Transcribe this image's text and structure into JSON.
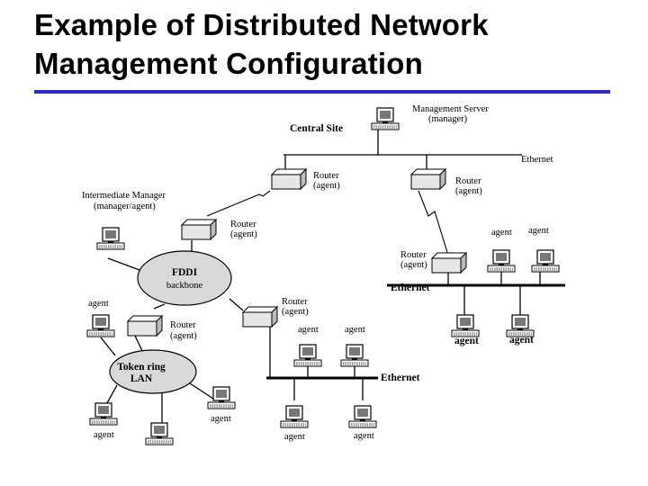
{
  "slide": {
    "title_line1": "Example of Distributed Network",
    "title_line2": "Management Configuration",
    "rule_color": "#2b2bc8"
  },
  "diagram": {
    "central_site": "Central Site",
    "mgmt_server_line1": "Management Server",
    "mgmt_server_line2": "(manager)",
    "ethernet_top": "Ethernet",
    "router_left_line1": "Router",
    "router_left_line2": "(agent)",
    "router_right_line1": "Router",
    "router_right_line2": "(agent)",
    "inter_mgr_line1": "Intermediate Manager",
    "inter_mgr_line2": "(manager/agent)",
    "router_im_line1": "Router",
    "router_im_line2": "(agent)",
    "router_east_line1": "Router",
    "router_east_line2": "(agent)",
    "fddi_line1": "FDDI",
    "fddi_line2": "backbone",
    "router_fddi_line1": "Router",
    "router_fddi_line2": "(agent)",
    "router_tr_line1": "Router",
    "router_tr_line2": "(agent)",
    "token_line1": "Token ring",
    "token_line2": "LAN",
    "ethernet_right": "Ethernet",
    "ethernet_bottom": "Ethernet",
    "agent_label": "agent"
  },
  "colors": {
    "ink": "#000000",
    "ellipse_fill": "#d9d9d9",
    "device_fill": "#e6e6e6"
  },
  "icons": [
    "workstation-icon",
    "router-icon",
    "lightning-link-icon"
  ]
}
